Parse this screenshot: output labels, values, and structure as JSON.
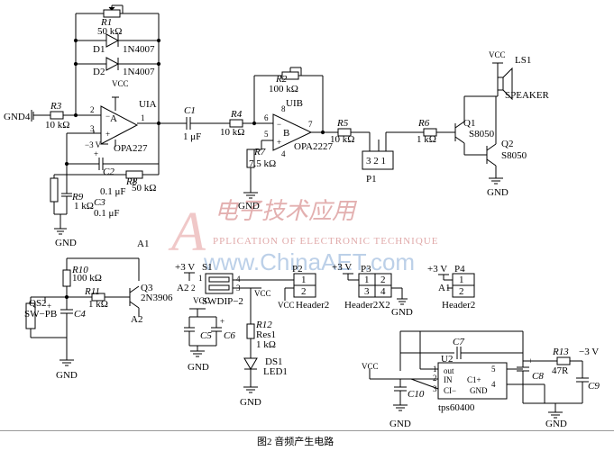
{
  "caption": "图2   音频产生电路",
  "watermark": {
    "cn": "电子技术应用",
    "letter": "A",
    "en": "PPLICATION OF ELECTRONIC TECHNIQUE",
    "url": "www.ChinaAET.com"
  },
  "labels": {
    "gnd4": "GND4",
    "gnd": "GND",
    "vcc": "VCC",
    "plus3v": "+3 V",
    "minus3v": "−3 V",
    "r1": "R1",
    "r1_val": "50 kΩ",
    "d1": "D1",
    "d1_val": "1N4007",
    "d2": "D2",
    "d2_val": "1N4007",
    "r3": "R3",
    "r3_val": "10 kΩ",
    "u1a": "UIA",
    "u1a_part": "OPA227",
    "u1a_sym": "A",
    "c1": "C1",
    "c1_val": "1 μF",
    "c2": "C2",
    "c2_val": "0.1 μF",
    "c3": "C3",
    "c3_val": "0.1 μF",
    "r8": "R8",
    "r8_val": "50 kΩ",
    "r9": "R9",
    "r9_val": "1 kΩ",
    "r2": "R2",
    "r2_val": "100 kΩ",
    "r4": "R4",
    "r4_val": "10 kΩ",
    "u1b": "UIB",
    "u1b_part": "OPA2227",
    "u1b_sym": "B",
    "r7": "R7",
    "r7_val": "7.5 kΩ",
    "r5": "R5",
    "r5_val": "10 kΩ",
    "p1": "P1",
    "p1_pins": "3 2 1",
    "r6": "R6",
    "r6_val": "1 kΩ",
    "q1": "Q1",
    "q1_part": "S8050",
    "q2": "Q2",
    "q2_part": "S8050",
    "ls1": "LS1",
    "speaker": "SPEAKER",
    "a1": "A1",
    "a2": "A2",
    "r10": "R10",
    "r10_val": "100 kΩ",
    "r11": "R11",
    "r11_val": "1 kΩ",
    "q3": "Q3",
    "q3_part": "2N3906",
    "qs2": "QS2",
    "swpb": "SW−PB",
    "c4": "C4",
    "s1": "S1",
    "swdip": "SWDIP−2",
    "c5": "C5",
    "c6": "C6",
    "r12": "R12",
    "r12_val": "Res1",
    "r12_k": "1 kΩ",
    "ds1": "DS1",
    "led1": "LED1",
    "p2": "P2",
    "header2": "Header2",
    "p3": "P3",
    "header2x2": "Header2X2",
    "p4": "P4",
    "header2b": "Header2",
    "u2": "U2",
    "u2_part": "tps60400",
    "u2_out": "out",
    "u2_in": "IN",
    "u2_cim": "CI−",
    "u2_c1p": "C1+",
    "u2_gnd": "GND",
    "c7": "C7",
    "c8": "C8",
    "c9": "C9",
    "c10": "C10",
    "r13": "R13",
    "r13_val": "47R",
    "pin1": "1",
    "pin2": "2",
    "pin3": "3",
    "pin4": "4",
    "pin5": "5",
    "pin6": "6",
    "pin7": "7",
    "pin8": "8",
    "plus": "+"
  }
}
